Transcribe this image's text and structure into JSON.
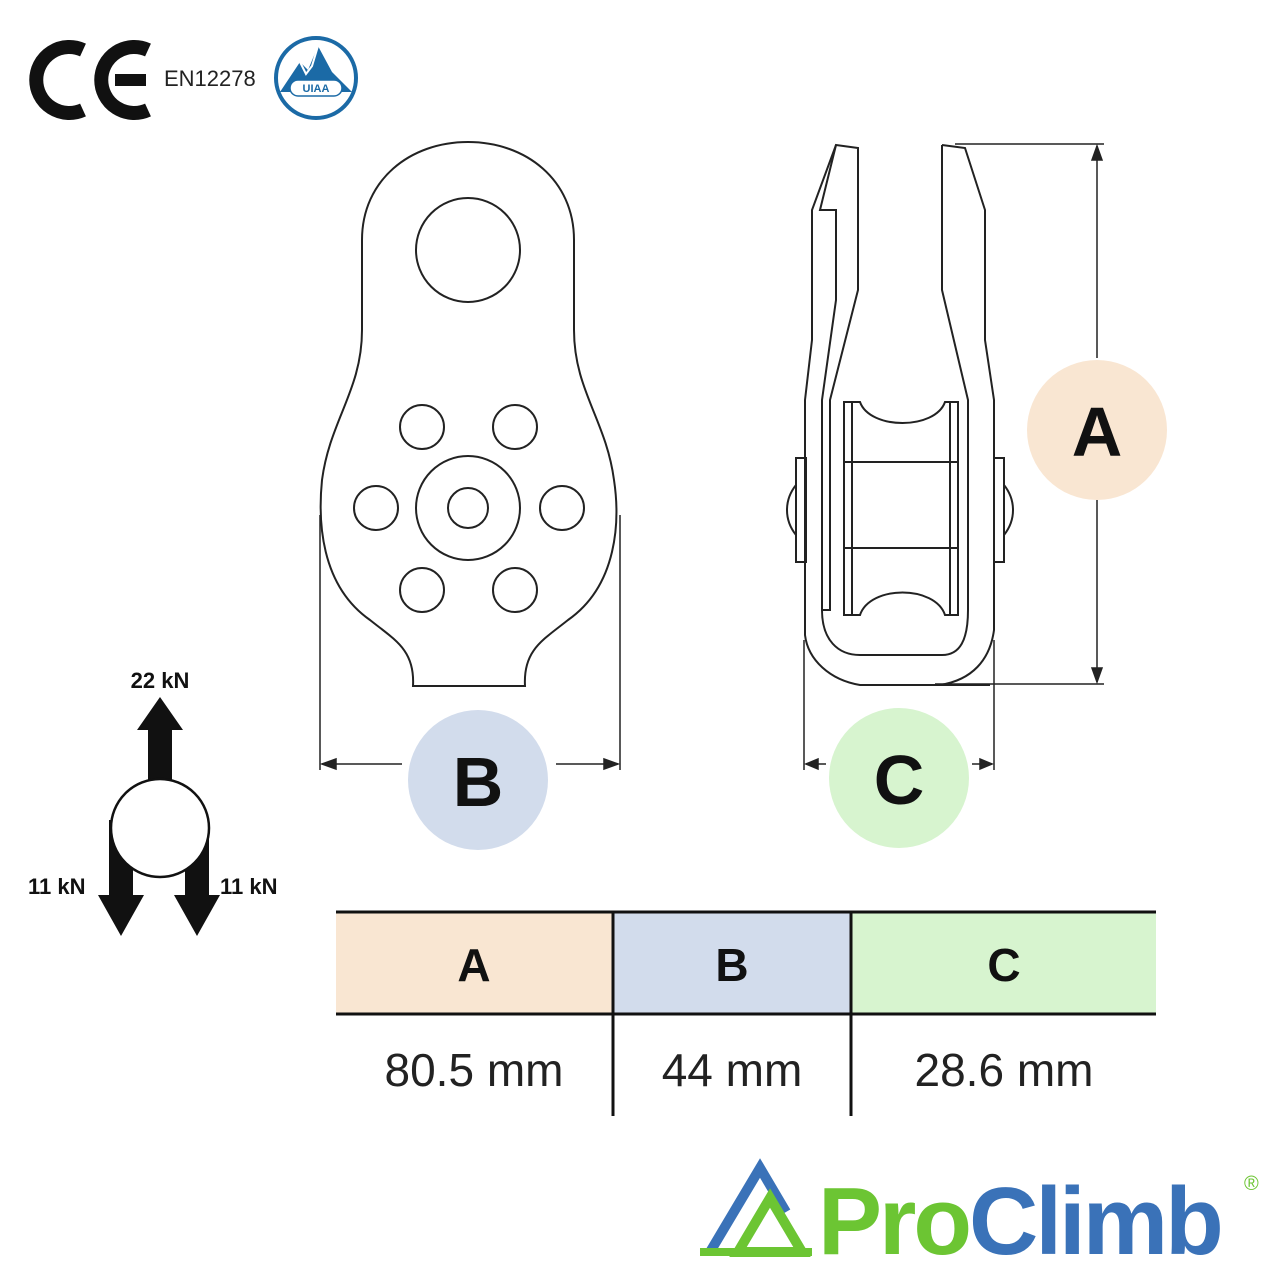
{
  "certification": {
    "ce_mark": "CE",
    "standard": "EN12278",
    "uiaa_label": "UIAA"
  },
  "forces": {
    "top": "22 kN",
    "left": "11 kN",
    "right": "11 kN"
  },
  "dimension_labels": {
    "a": "A",
    "b": "B",
    "c": "C"
  },
  "colors": {
    "a": "#f9e6d2",
    "b": "#d2dcec",
    "c": "#d7f4cf",
    "brand_green": "#6cc533",
    "brand_blue": "#3a72b8"
  },
  "table": {
    "headers": [
      "A",
      "B",
      "C"
    ],
    "values": [
      "80.5 mm",
      "44 mm",
      "28.6 mm"
    ]
  },
  "brand": {
    "part1": "Pro",
    "part2": "Climb",
    "registered": "®"
  }
}
